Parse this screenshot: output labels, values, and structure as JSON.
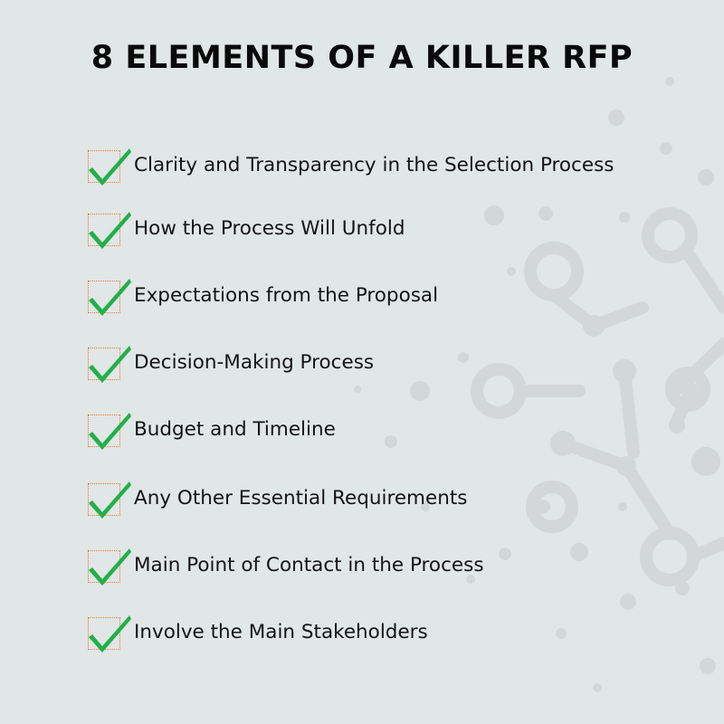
{
  "title": "8 ELEMENTS OF A KILLER RFP",
  "colors": {
    "background": "#e1e6e6",
    "check_green": "#20b04a",
    "box_border": "#e8782a",
    "decor": "#d2d6d6"
  },
  "items": [
    {
      "label": "Clarity and Transparency in the Selection Process",
      "icon": "checkbox-check-icon"
    },
    {
      "label": "How the Process Will Unfold",
      "icon": "checkbox-check-icon"
    },
    {
      "label": "Expectations from the Proposal",
      "icon": "checkbox-check-icon"
    },
    {
      "label": "Decision-Making Process",
      "icon": "checkbox-check-icon"
    },
    {
      "label": "Budget and Timeline",
      "icon": "checkbox-check-icon"
    },
    {
      "label": "Any Other Essential Requirements",
      "icon": "checkbox-check-icon"
    },
    {
      "label": "Main Point of Contact in the Process",
      "icon": "checkbox-check-icon"
    },
    {
      "label": "Involve the Main Stakeholders",
      "icon": "checkbox-check-icon"
    }
  ]
}
